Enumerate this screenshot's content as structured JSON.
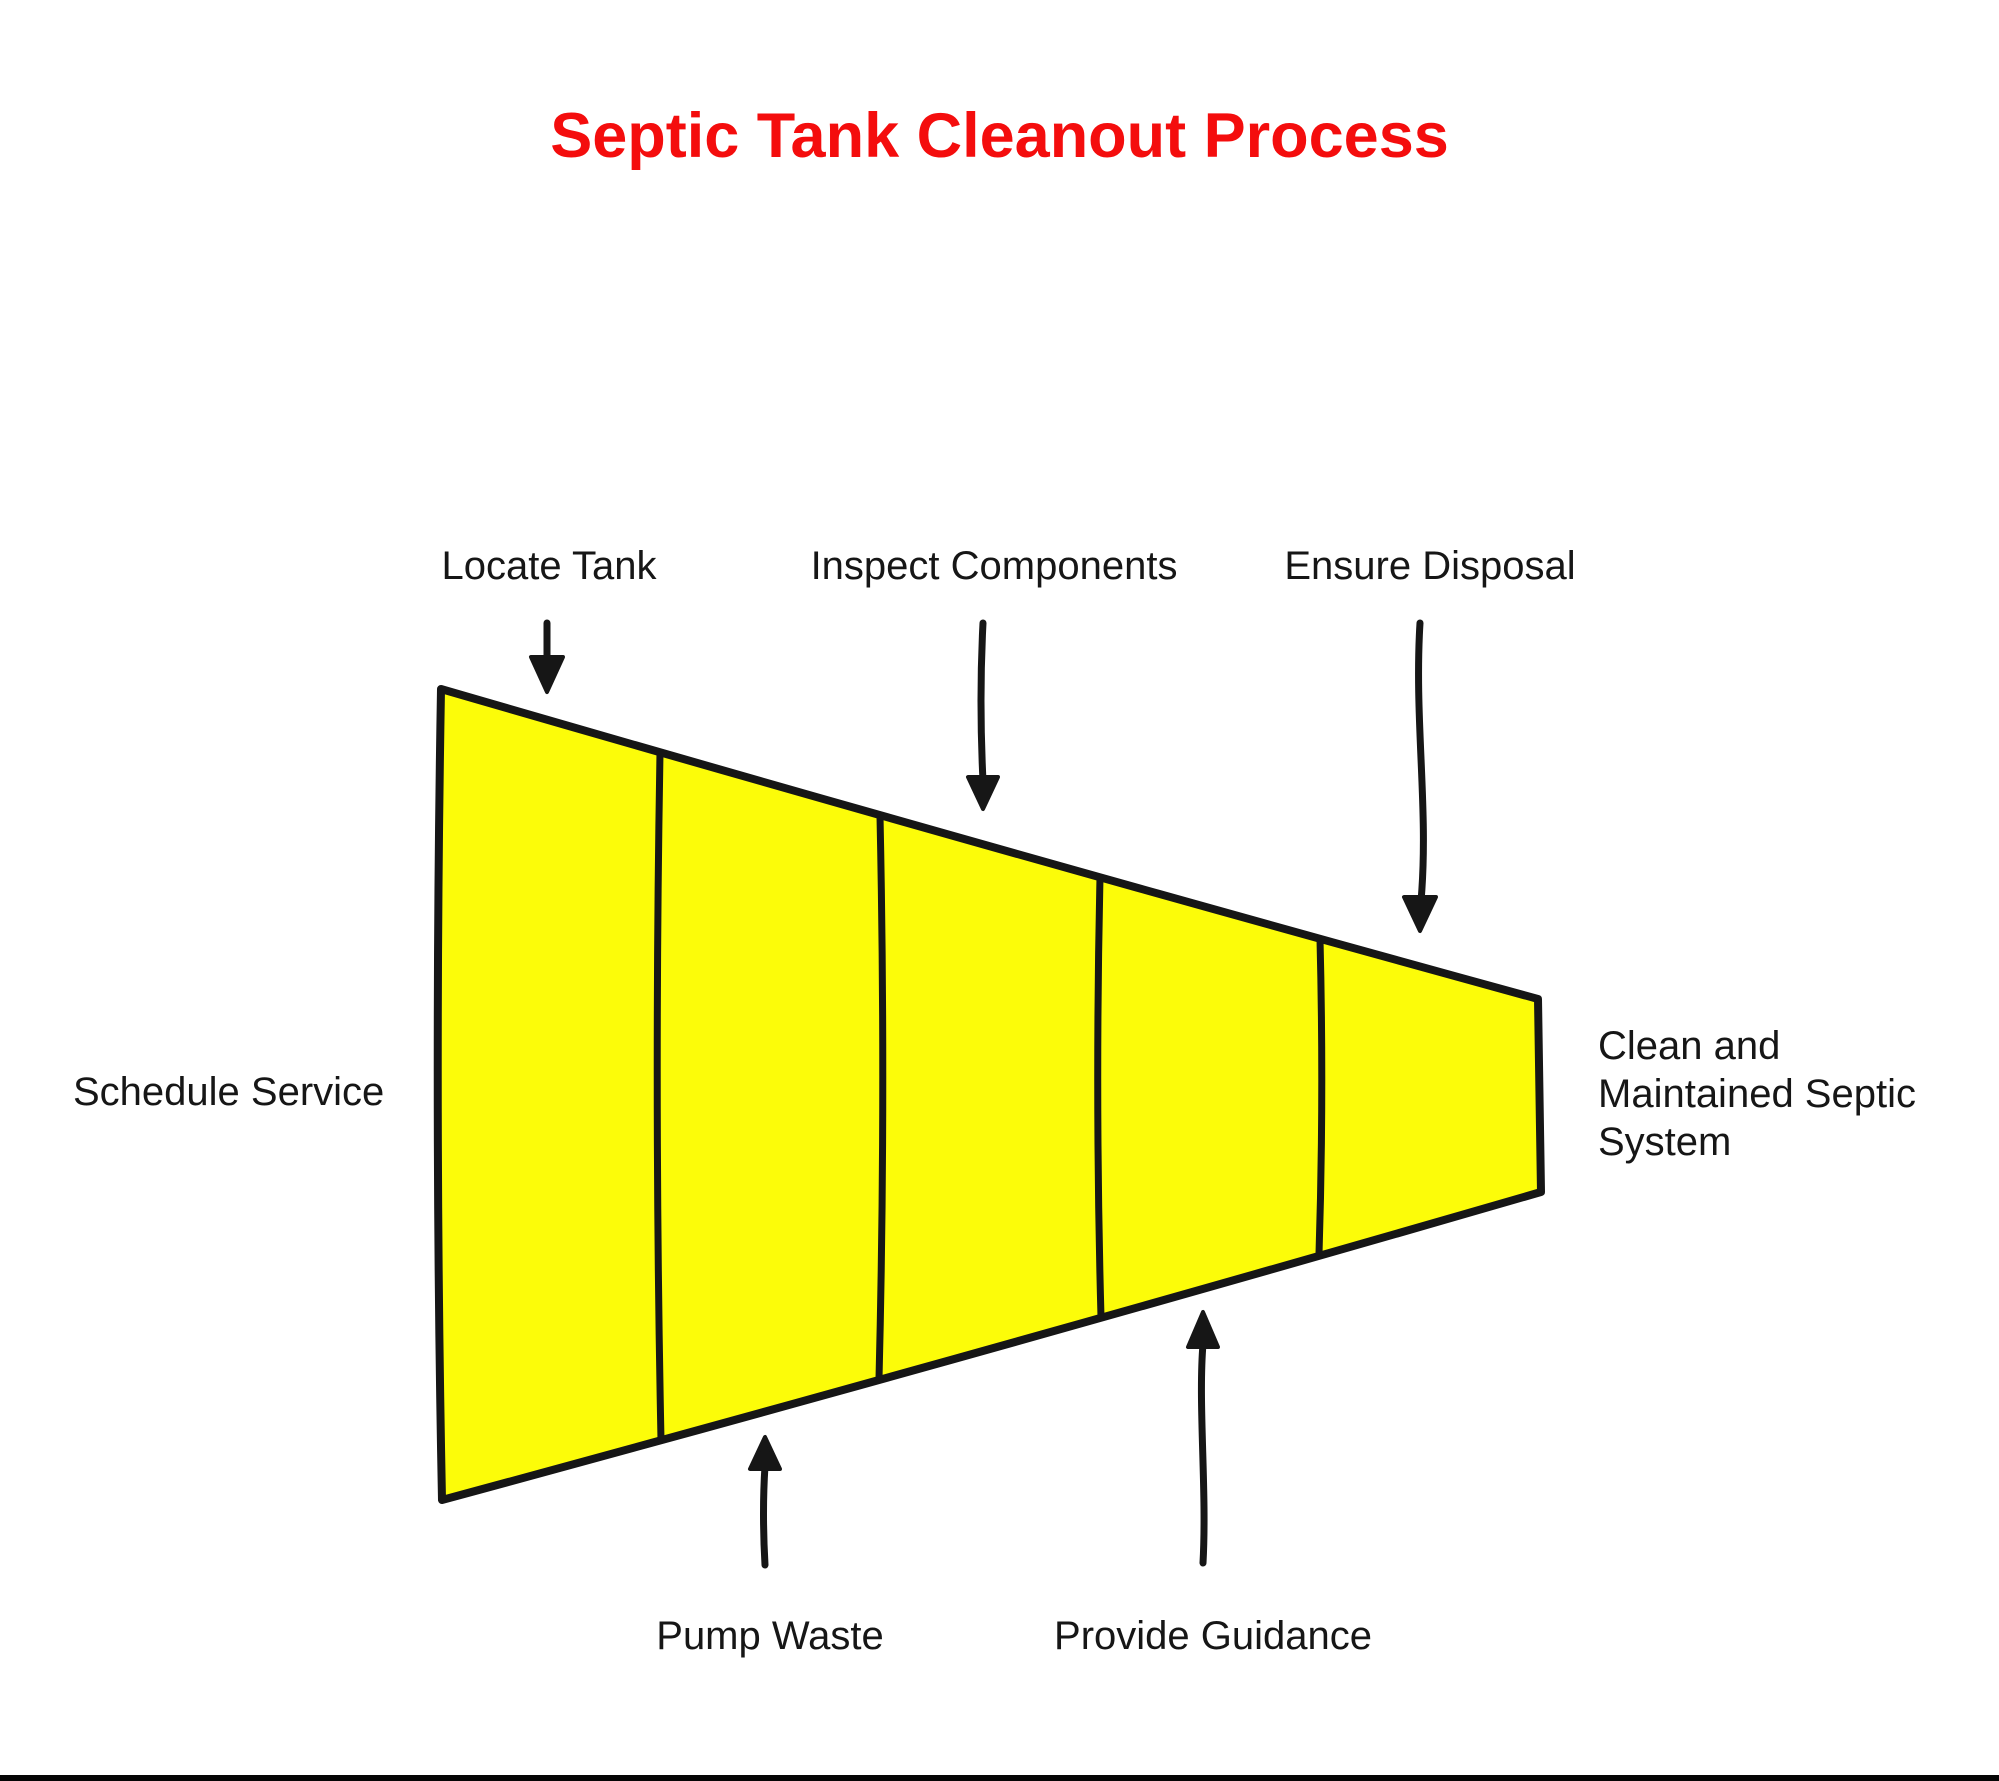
{
  "title": {
    "text": "Septic Tank Cleanout Process",
    "color": "#f40d0d"
  },
  "funnel": {
    "type": "horizontal-funnel",
    "segment_count": 5,
    "fill": "#fcfc09",
    "ink_color": "#161616",
    "background": "#ffffff"
  },
  "labels": {
    "left": "Schedule Service",
    "top": [
      "Locate Tank",
      "Inspect Components",
      "Ensure Disposal"
    ],
    "bottom": [
      "Pump Waste",
      "Provide Guidance"
    ],
    "result": {
      "lines": [
        "Clean and",
        "Maintained Septic",
        "System"
      ]
    }
  },
  "process_order": [
    "Schedule Service",
    "Locate Tank",
    "Pump Waste",
    "Inspect Components",
    "Provide Guidance",
    "Ensure Disposal",
    "Clean and Maintained Septic System"
  ]
}
